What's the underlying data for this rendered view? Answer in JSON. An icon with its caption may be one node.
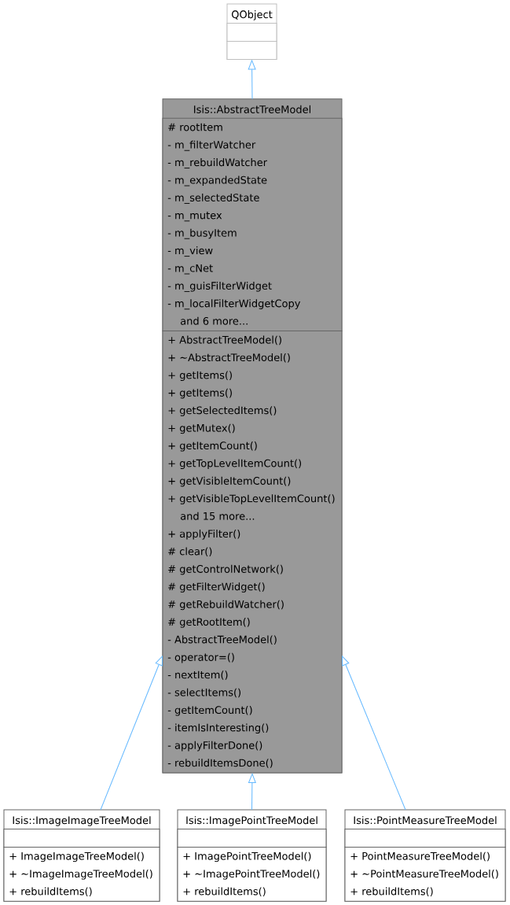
{
  "diagram": {
    "nodes": [
      {
        "text": [
          "QObject"
        ]
      },
      {
        "text": [],
        "shape": "box",
        "in": 0
      },
      {
        "text": [],
        "shape": "box",
        "in": 0
      },
      {
        "text": [
          "Isis::AbstractTreeModel"
        ]
      },
      {
        "text": [
          "# rootItem",
          "- m_filterWatcher",
          "- m_rebuildWatcher",
          "- m_expandedState",
          "- m_selectedState",
          "- m_mutex",
          "- m_busyItem",
          "- m_view",
          "- m_cNet",
          "- m_guisFilterWidget",
          "- m_localFilterWidgetCopy",
          "and 6 more..."
        ],
        "in": 3
      },
      {
        "text": [
          "+ AbstractTreeModel()",
          "+ ~AbstractTreeModel()",
          "+ getItems()",
          "+ getItems()",
          "+ getSelectedItems()",
          "+ getMutex()",
          "+ getItemCount()",
          "+ getTopLevelItemCount()",
          "+ getVisibleItemCount()",
          "+ getVisibleTopLevelItemCount()",
          "and 15 more...",
          "+ applyFilter()",
          "# clear()",
          "# getControlNetwork()",
          "# getFilterWidget()",
          "# getRebuildWatcher()",
          "# getRootItem()",
          "- AbstractTreeModel()",
          "- operator=()",
          "- nextItem()",
          "- selectItems()",
          "- getItemCount()",
          "- itemIsInteresting()",
          "- applyFilterDone()",
          "- rebuildItemsDone()"
        ],
        "in": 3
      },
      {
        "text": [
          "Isis::ImageImageTreeModel"
        ]
      },
      {
        "text": [],
        "shape": "box",
        "in": 6
      },
      {
        "text": [
          "+ ImageImageTreeModel()",
          "+ ~ImageImageTreeModel()",
          "+ rebuildItems()"
        ],
        "in": 6
      },
      {
        "text": [
          "Isis::ImagePointTreeModel"
        ]
      },
      {
        "text": [],
        "shape": "box",
        "in": 9
      },
      {
        "text": [
          "+ ImagePointTreeModel()",
          "+ ~ImagePointTreeModel()",
          "+ rebuildItems()"
        ],
        "in": 9
      },
      {
        "text": [
          "Isis::PointMeasureTreeModel"
        ]
      },
      {
        "text": [],
        "shape": "box",
        "in": 12
      },
      {
        "text": [
          "+ PointMeasureTreeModel()",
          "+ ~PointMeasureTreeModel()",
          "+ rebuildItems()"
        ],
        "in": 12
      }
    ],
    "edges": [
      {
        "from": 3,
        "to": 0,
        "arrow": "to"
      },
      {
        "from": 6,
        "to": 3,
        "arrow": "to"
      },
      {
        "from": 9,
        "to": 3,
        "arrow": "to"
      },
      {
        "from": 12,
        "to": 3,
        "arrow": "to"
      }
    ]
  }
}
